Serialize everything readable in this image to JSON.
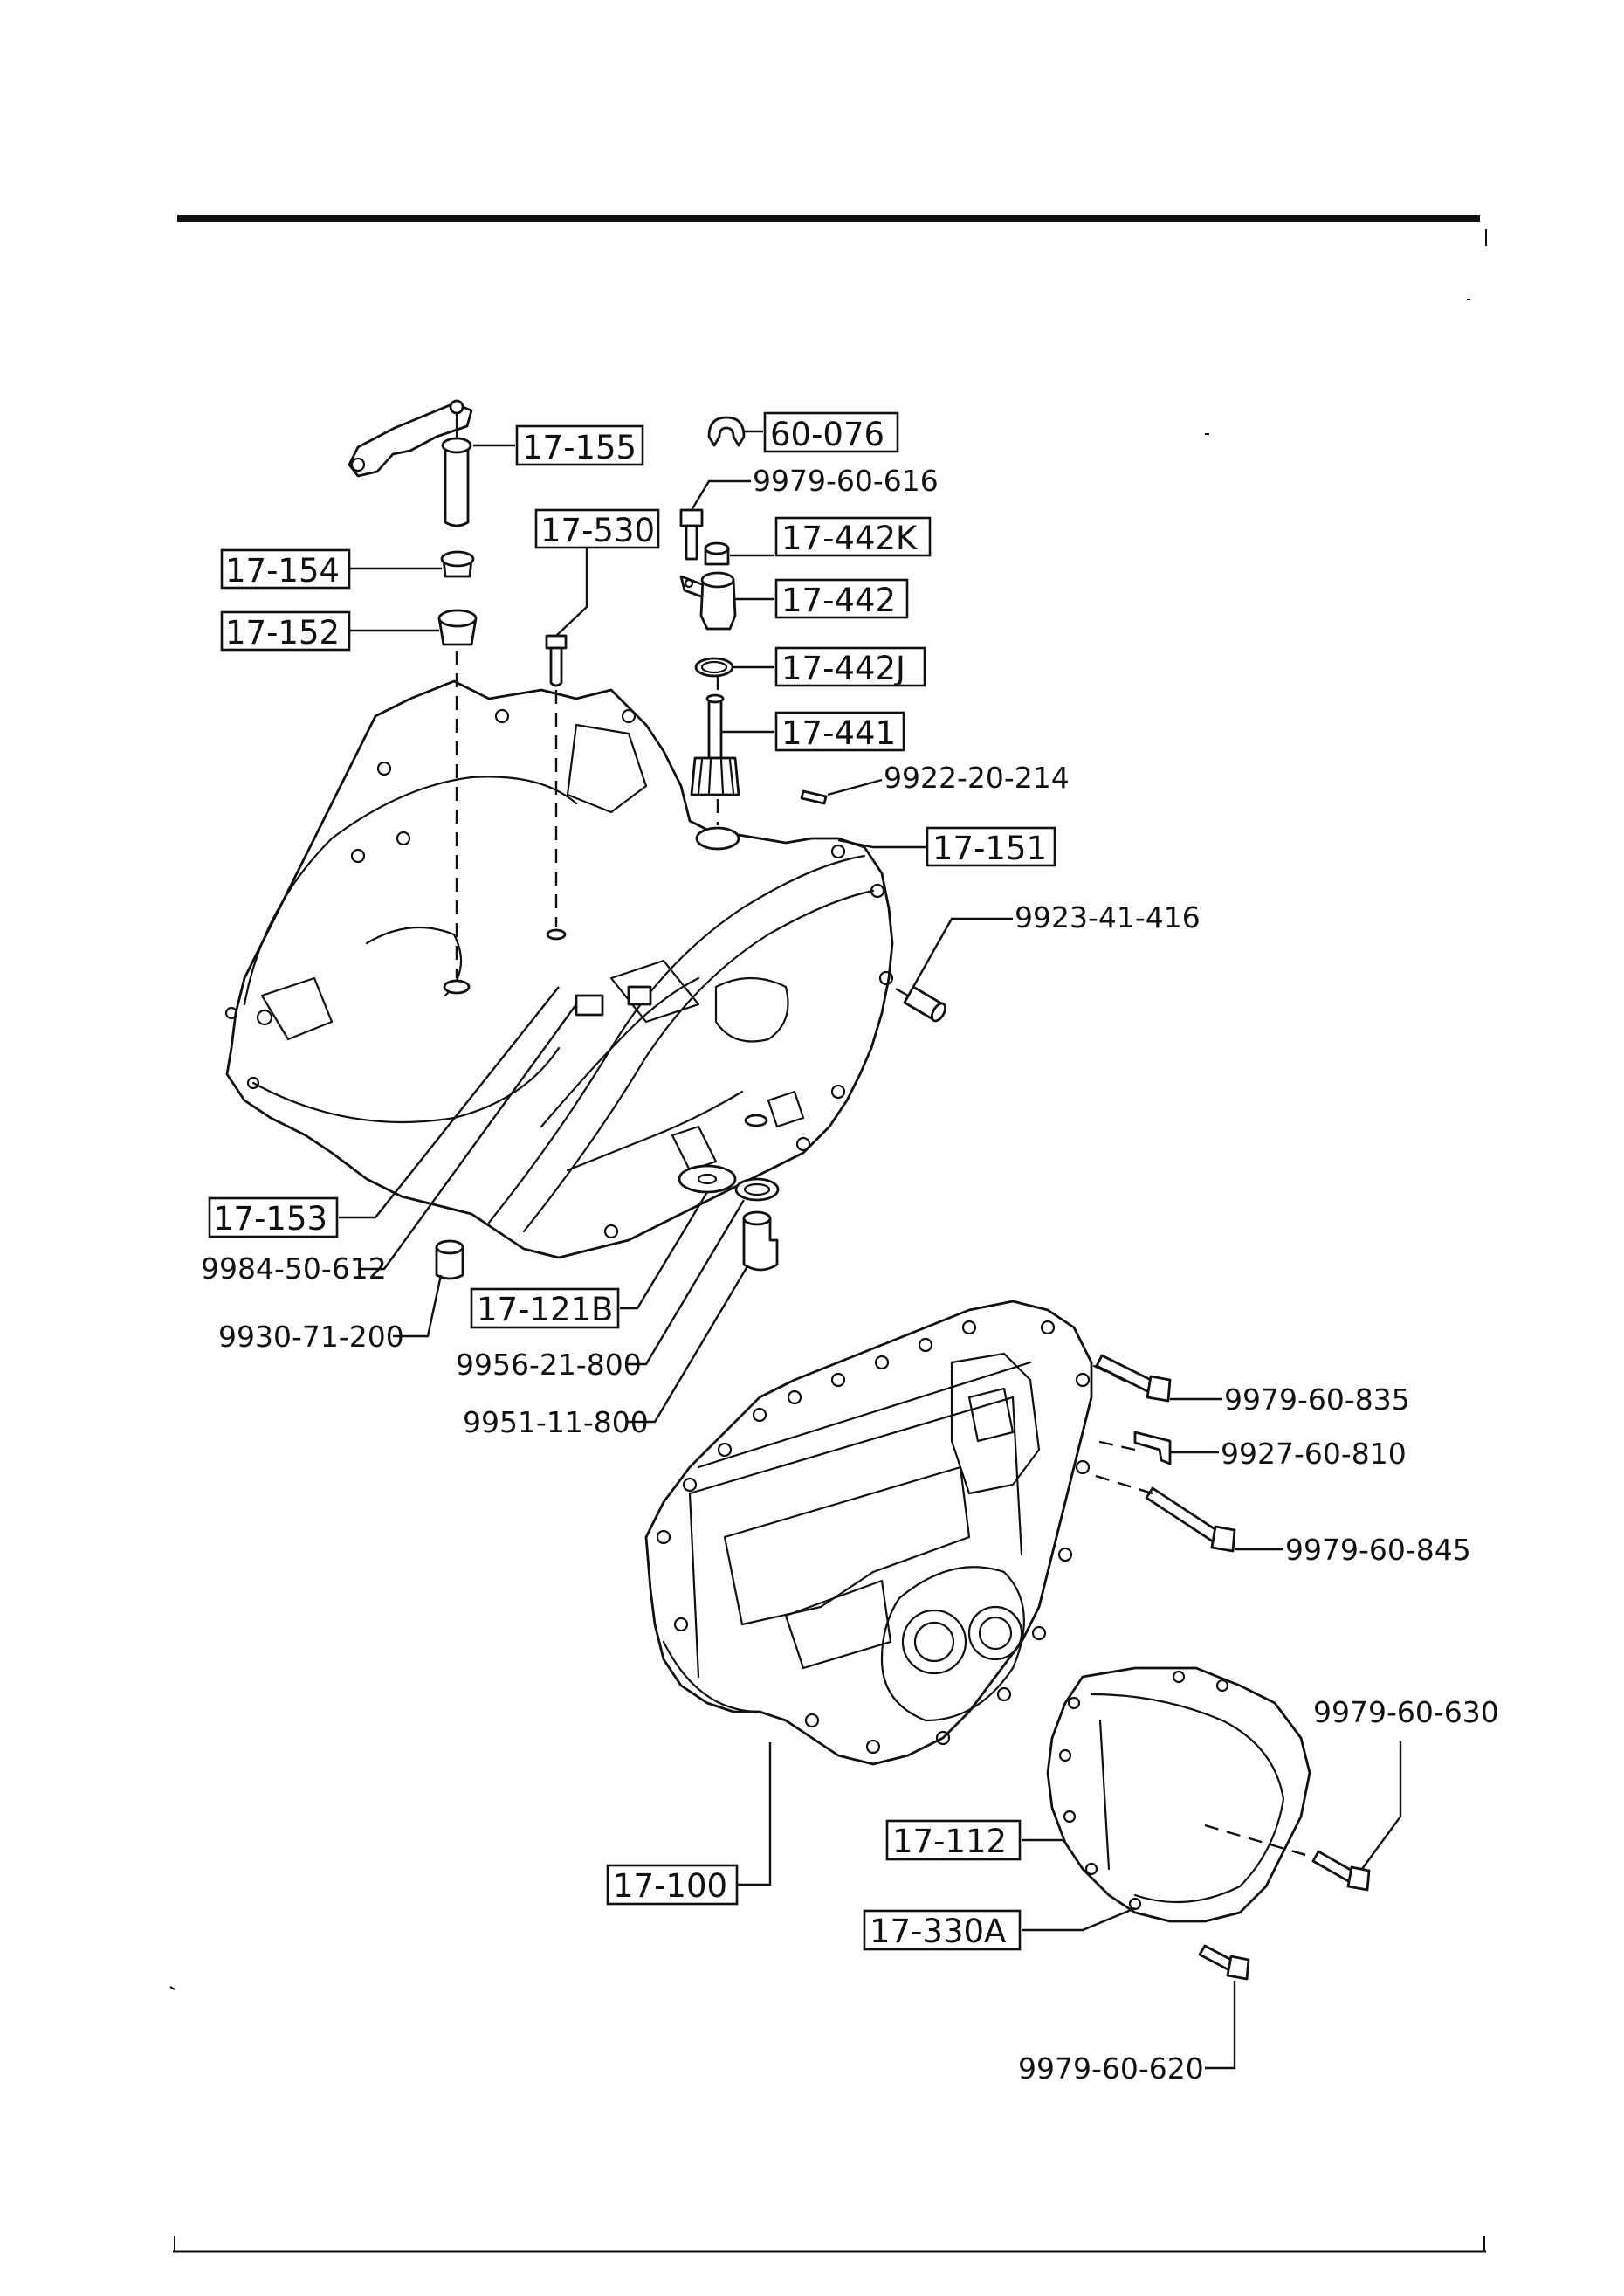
{
  "callouts_boxed": {
    "c17_155": "17-155",
    "c60_076": "60-076",
    "c17_530": "17-530",
    "c17_442k": "17-442K",
    "c17_154": "17-154",
    "c17_442": "17-442",
    "c17_152": "17-152",
    "c17_442j": "17-442J",
    "c17_441": "17-441",
    "c17_151": "17-151",
    "c17_153": "17-153",
    "c17_121b": "17-121B",
    "c17_100": "17-100",
    "c17_112": "17-112",
    "c17_330a": "17-330A"
  },
  "callouts_plain": {
    "p9979_60_616": "9979-60-616",
    "p9922_20_214": "9922-20-214",
    "p9923_41_416": "9923-41-416",
    "p9984_50_612": "9984-50-612",
    "p9930_71_200": "9930-71-200",
    "p9956_21_800": "9956-21-800",
    "p9951_11_800": "9951-11-800",
    "p9979_60_835": "9979-60-835",
    "p9927_60_810": "9927-60-810",
    "p9979_60_845": "9979-60-845",
    "p9979_60_630": "9979-60-630",
    "p9979_60_620": "9979-60-620"
  }
}
